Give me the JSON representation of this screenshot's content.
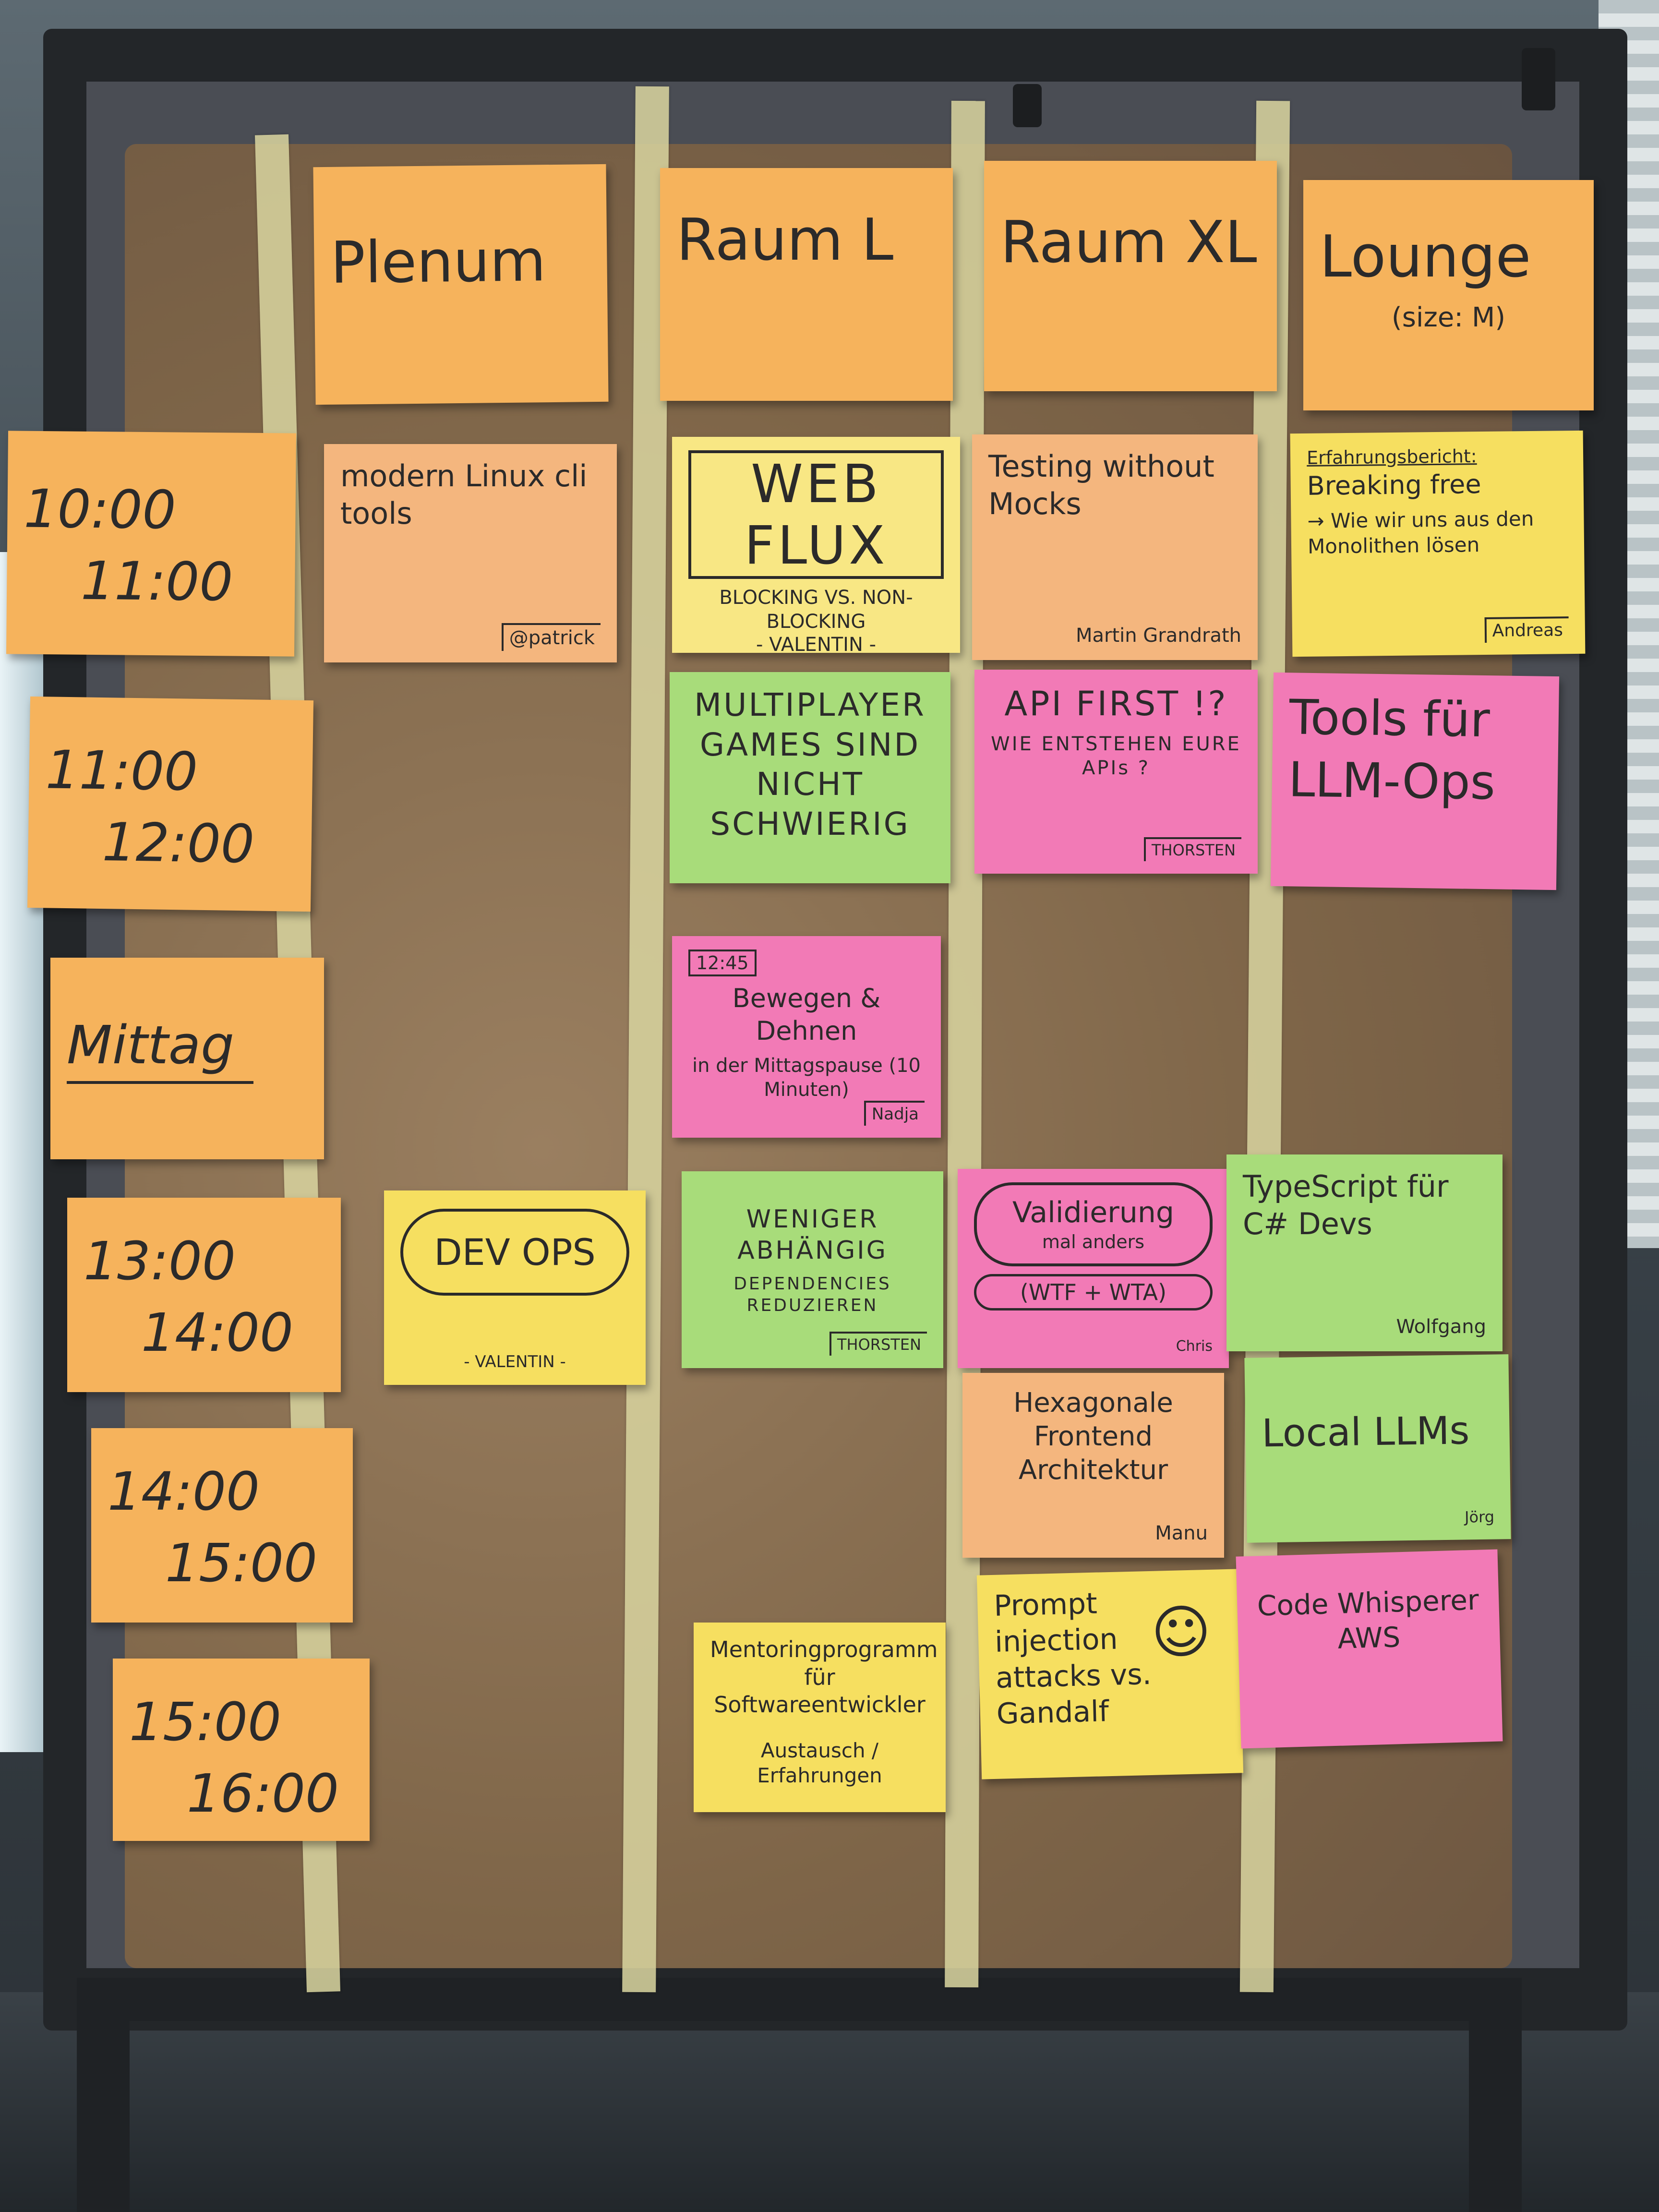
{
  "headers": [
    {
      "title": "Plenum",
      "sub": ""
    },
    {
      "title": "Raum L",
      "sub": ""
    },
    {
      "title": "Raum XL",
      "sub": ""
    },
    {
      "title": "Lounge",
      "sub": "(size: M)"
    }
  ],
  "times": [
    {
      "a": "10:00",
      "b": "11:00"
    },
    {
      "a": "11:00",
      "b": "12:00"
    },
    {
      "a": "Mittag",
      "b": ""
    },
    {
      "a": "13:00",
      "b": "14:00"
    },
    {
      "a": "14:00",
      "b": "15:00"
    },
    {
      "a": "15:00",
      "b": "16:00"
    }
  ],
  "sessions": {
    "linux": {
      "title": "modern Linux cli tools",
      "author": "@patrick"
    },
    "webflux": {
      "title": "WEB FLUX",
      "sub": "BLOCKING VS. NON-BLOCKING",
      "author": "- VALENTIN -"
    },
    "testing": {
      "title": "Testing without Mocks",
      "author": "Martin Grandrath"
    },
    "breaking": {
      "label": "Erfahrungsbericht:",
      "title": "Breaking free",
      "sub": "→ Wie wir uns aus den Monolithen lösen",
      "author": "Andreas"
    },
    "multiplayer": {
      "title": "MULTIPLAYER GAMES SIND NICHT SCHWIERIG"
    },
    "apifirst": {
      "title": "API FIRST !?",
      "sub": "WIE ENTSTEHEN EURE APIs ?",
      "author": "THORSTEN"
    },
    "llmops": {
      "title": "Tools für LLM-Ops"
    },
    "bewegen": {
      "time": "12:45",
      "title": "Bewegen & Dehnen",
      "sub": "in der Mittagspause (10 Minuten)",
      "author": "Nadja"
    },
    "devops": {
      "title": "DEV OPS",
      "author": "- VALENTIN -"
    },
    "weniger": {
      "title": "WENIGER ABHÄNGIG",
      "sub": "DEPENDENCIES REDUZIEREN",
      "author": "THORSTEN"
    },
    "validierung": {
      "title": "Validierung",
      "sub": "mal anders",
      "pill": "(WTF + WTA)",
      "author": "Chris"
    },
    "typescript": {
      "title": "TypeScript für C# Devs",
      "author": "Wolfgang"
    },
    "hexagonale": {
      "title": "Hexagonale Frontend Architektur",
      "author": "Manu"
    },
    "localllms": {
      "title": "Local LLMs",
      "author": "Jörg"
    },
    "mentoring": {
      "title": "Mentoringprogramm für Softwareentwickler",
      "sub": "Austausch / Erfahrungen"
    },
    "prompt": {
      "title": "Prompt injection attacks vs. Gandalf"
    },
    "whisperer": {
      "title": "Code Whisperer AWS"
    }
  },
  "colors": {
    "orange": "#f6b35c",
    "yellow": "#f6df60",
    "green": "#a8dc7a",
    "pink": "#f27ab6",
    "peach": "#f4b67e",
    "kraft": "#8a6f52"
  }
}
